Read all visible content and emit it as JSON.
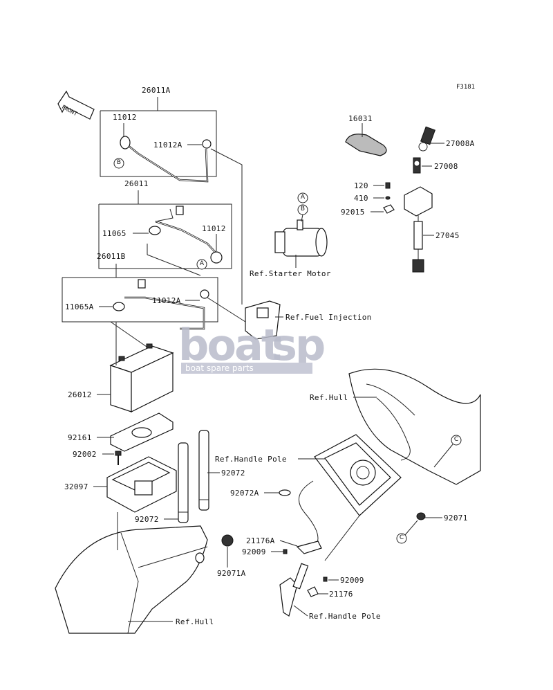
{
  "figure_code": "F3181",
  "front_arrow": "FRONT",
  "watermark": {
    "brand_a": "boat",
    "brand_b": "sp",
    "tagline": "boat spare parts"
  },
  "labels": {
    "p26011A": "26011A",
    "p11012_top": "11012",
    "p11012A_top": "11012A",
    "p26011": "26011",
    "p11065": "11065",
    "p11012_mid": "11012",
    "p26011B": "26011B",
    "p11065A": "11065A",
    "p11012A_low": "11012A",
    "p26012": "26012",
    "p92161": "92161",
    "p92002": "92002",
    "p32097": "32097",
    "p92072_a": "92072",
    "p92072_b": "92072",
    "p92071A": "92071A",
    "p16031": "16031",
    "p27008A": "27008A",
    "p27008": "27008",
    "p120": "120",
    "p410": "410",
    "p92015": "92015",
    "p27045": "27045",
    "ref_starter": "Ref.Starter Motor",
    "ref_fuel": "Ref.Fuel Injection",
    "ref_hull_right": "Ref.Hull",
    "ref_handle_top": "Ref.Handle Pole",
    "p92072A": "92072A",
    "p92071": "92071",
    "p21176A": "21176A",
    "p92009_a": "92009",
    "p92009_b": "92009",
    "p21176": "21176",
    "ref_handle_bottom": "Ref.Handle Pole",
    "ref_hull_bottom": "Ref.Hull"
  },
  "circle_refs": {
    "b_left": "B",
    "a_mid": "A",
    "a_starter": "A",
    "b_starter": "B",
    "c_hull": "C",
    "c_low": "C"
  }
}
